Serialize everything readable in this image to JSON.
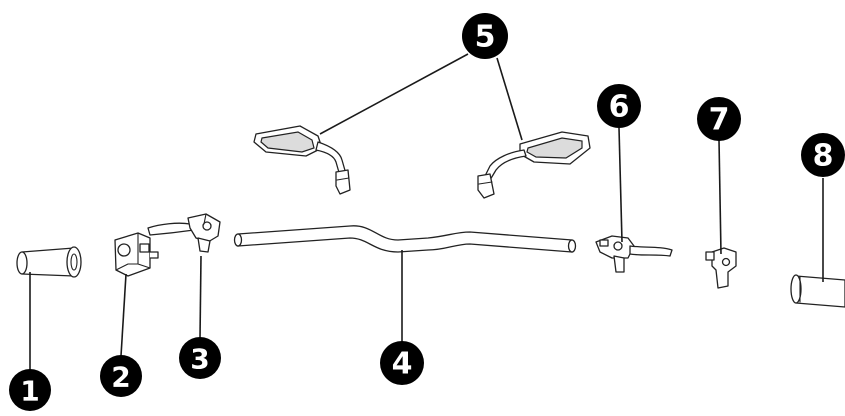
{
  "callouts": [
    {
      "id": "1",
      "label": "1"
    },
    {
      "id": "2",
      "label": "2"
    },
    {
      "id": "3",
      "label": "3"
    },
    {
      "id": "4",
      "label": "4"
    },
    {
      "id": "5",
      "label": "5"
    },
    {
      "id": "6",
      "label": "6"
    },
    {
      "id": "7",
      "label": "7"
    },
    {
      "id": "8",
      "label": "8"
    }
  ],
  "colors": {
    "callout_fill": "#000000",
    "callout_text": "#ffffff",
    "line": "#222222"
  }
}
